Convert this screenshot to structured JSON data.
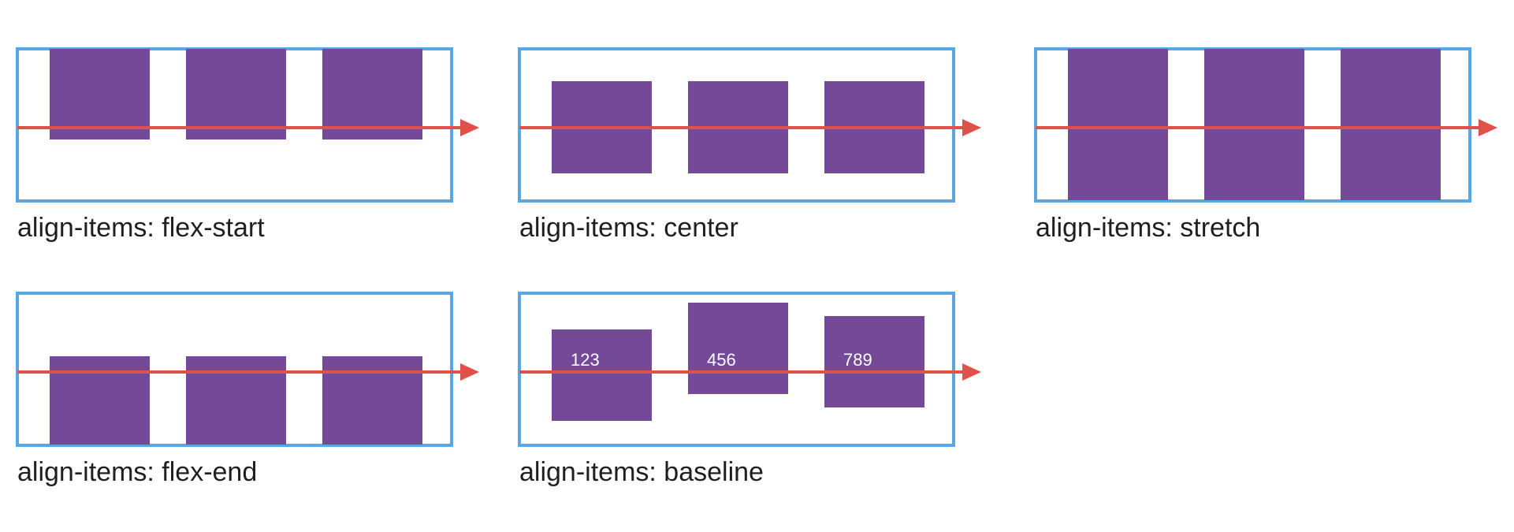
{
  "colors": {
    "container_border": "#5aa6e3",
    "item_fill": "#744a98",
    "axis": "#e0514c",
    "caption_text": "#1f1f1f",
    "item_text": "#ffffff"
  },
  "panels": [
    {
      "caption": "align-items: flex-start",
      "value": "flex-start"
    },
    {
      "caption": "align-items: center",
      "value": "center"
    },
    {
      "caption": "align-items: stretch",
      "value": "stretch"
    },
    {
      "caption": "align-items: flex-end",
      "value": "flex-end"
    },
    {
      "caption": "align-items: baseline",
      "value": "baseline",
      "item_labels": [
        "123",
        "456",
        "789"
      ]
    }
  ]
}
